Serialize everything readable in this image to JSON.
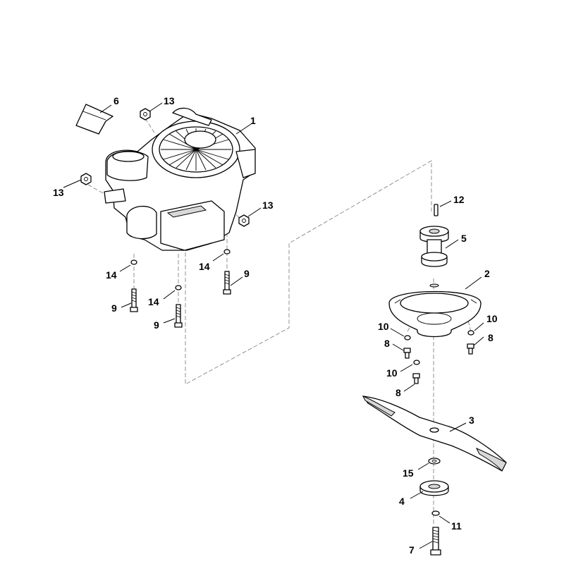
{
  "colors": {
    "line": "#000000",
    "background": "#ffffff",
    "shade": "#d8d8d8",
    "dashed_axis": "#777777"
  },
  "callouts": {
    "engine": "1",
    "blade_adapter": "2",
    "blade": "3",
    "washer_plate": "4",
    "pulley_hub": "5",
    "label_sheet": "6",
    "bolt_7": "7",
    "screw_8_left_upper": "8",
    "screw_8_left_lower": "8",
    "screw_8_right": "8",
    "bolt_9_left": "9",
    "bolt_9_mid": "9",
    "bolt_9_right": "9",
    "washer_10_left_upper": "10",
    "washer_10_left_lower": "10",
    "washer_10_right": "10",
    "washer_11": "11",
    "key_12": "12",
    "nut_13_top": "13",
    "nut_13_left": "13",
    "nut_13_right": "13",
    "washer_14_left": "14",
    "washer_14_mid": "14",
    "washer_14_right": "14",
    "washer_15": "15"
  }
}
